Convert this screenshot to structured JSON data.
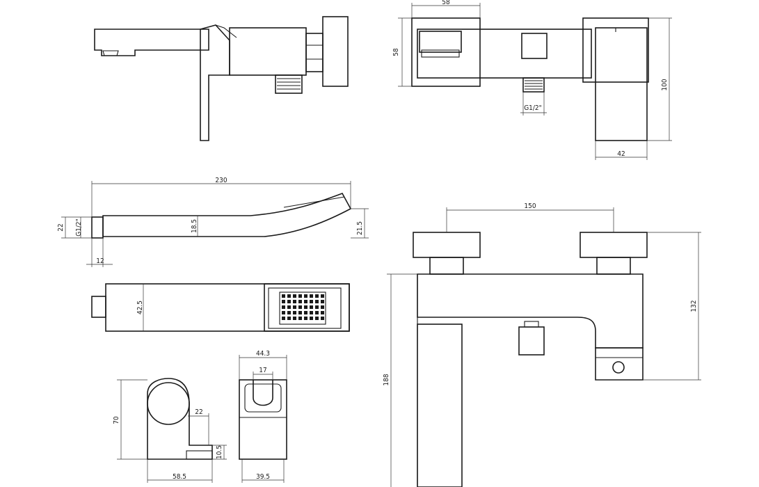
{
  "dimensions": {
    "side_width": "58",
    "side_height": "58",
    "side_total_height": "100",
    "side_depth": "42",
    "side_thread": "G1/2\"",
    "handset_length": "230",
    "handset_height": "22",
    "handset_thread": "G1/2\"",
    "handset_neck": "18.5",
    "handset_head": "21.5",
    "handset_connector": "12",
    "handset_width": "42.5",
    "holder_height": "70",
    "holder_hook": "22",
    "holder_lip": "10.5",
    "holder_width": "58.5",
    "holder_front_width": "44.3",
    "holder_slot": "17",
    "holder_base": "39.5",
    "handle_spacing": "150",
    "front_height_handles": "132",
    "front_total_height": "188"
  },
  "colors": {
    "line": "#1a1a1a",
    "background": "#ffffff"
  }
}
